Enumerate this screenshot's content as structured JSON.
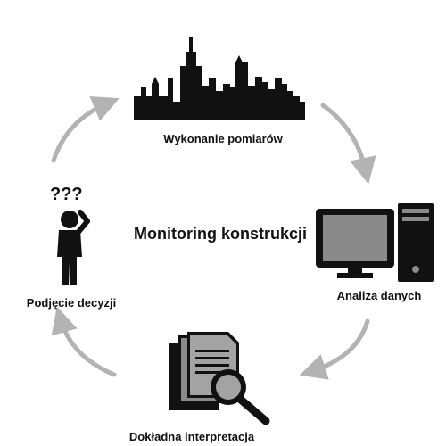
{
  "title": "Monitoring konstrukcji",
  "steps": [
    {
      "label": "Wykonanie pomiarów",
      "icon": "city-skyline-icon"
    },
    {
      "label": "Analiza danych",
      "icon": "desktop-computer-icon"
    },
    {
      "label": "Dokładna interpretacja",
      "icon": "document-magnifier-icon"
    },
    {
      "label": "Podjęcie decyzji",
      "icon": "confused-person-icon"
    }
  ],
  "colors": {
    "icon": "#111111",
    "icon_fill_gray": "#8a8a8a",
    "arrow": "#b3b3b3",
    "text": "#111111"
  }
}
